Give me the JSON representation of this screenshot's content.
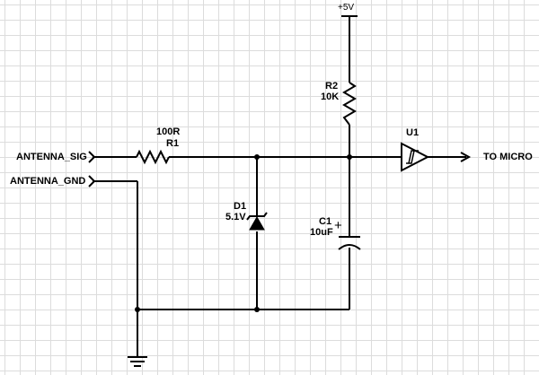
{
  "ports": {
    "antenna_sig": "ANTENNA_SIG",
    "antenna_gnd": "ANTENNA_GND",
    "to_micro": "TO MICRO"
  },
  "power": {
    "vcc": "+5V"
  },
  "components": {
    "r1": {
      "value": "100R",
      "ref": "R1"
    },
    "r2": {
      "ref": "R2",
      "value": "10K"
    },
    "d1": {
      "ref": "D1",
      "value": "5.1V"
    },
    "c1": {
      "ref": "C1",
      "value": "10uF",
      "polarity": "+"
    },
    "u1": {
      "ref": "U1"
    }
  }
}
